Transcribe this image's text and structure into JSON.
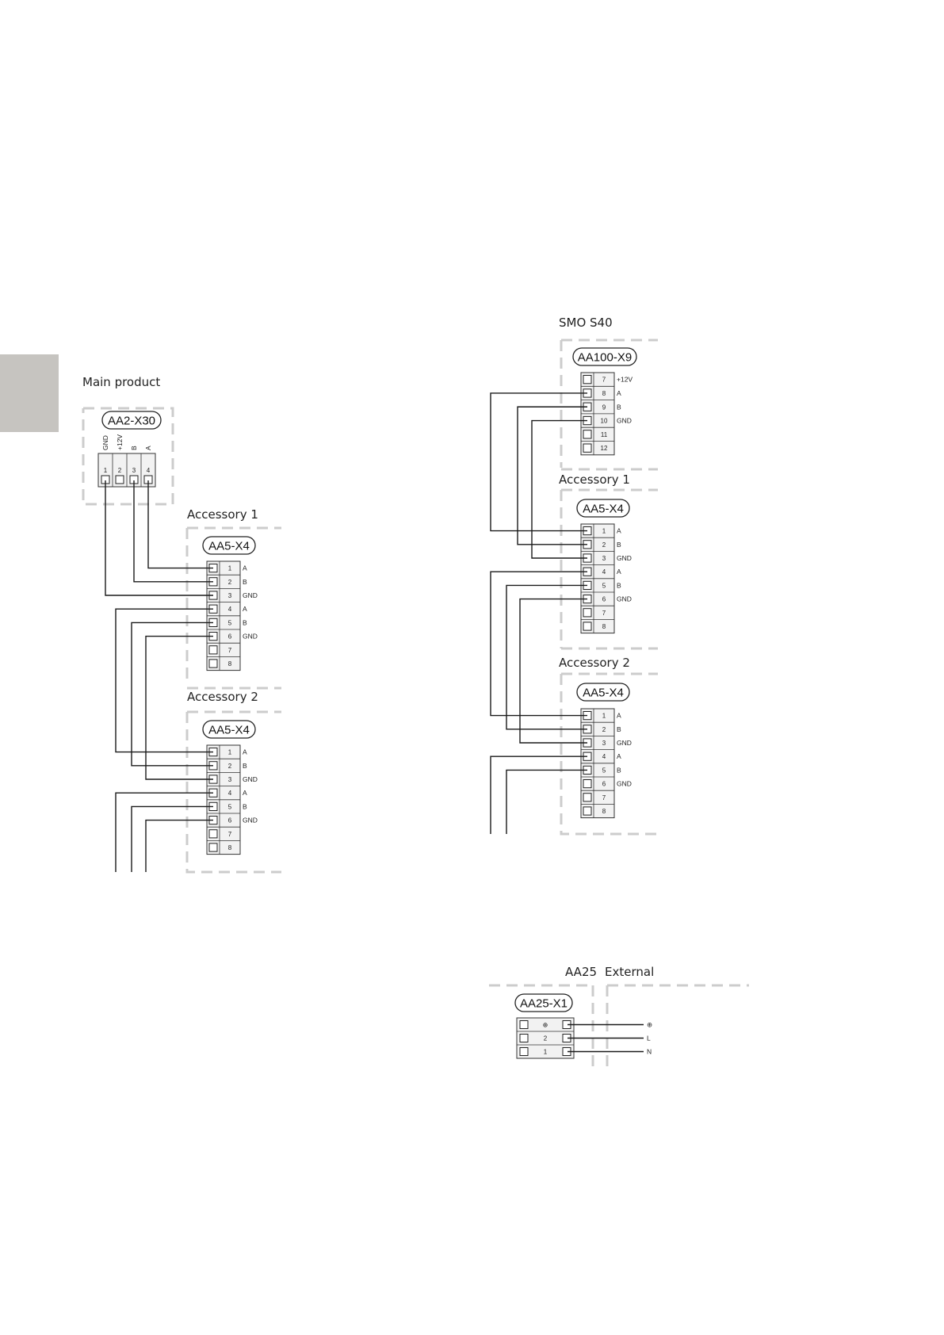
{
  "colors": {
    "dash": "#cccccc",
    "wire": "#1a1a1a",
    "terminal_fill": "#f2f2f2",
    "tab": "#c6c4c0"
  },
  "left": {
    "title": "Main product",
    "connector": "AA2-X30",
    "pin_labels": [
      "GND",
      "+12V",
      "B",
      "A"
    ],
    "pin_numbers": [
      "1",
      "2",
      "3",
      "4"
    ],
    "accessory1": {
      "title": "Accessory  1",
      "connector": "AA5-X4",
      "pins": [
        "1",
        "2",
        "3",
        "4",
        "5",
        "6",
        "7",
        "8"
      ],
      "signals": [
        "A",
        "B",
        "GND",
        "A",
        "B",
        "GND",
        "",
        ""
      ]
    },
    "accessory2": {
      "title": "Accessory  2",
      "connector": "AA5-X4",
      "pins": [
        "1",
        "2",
        "3",
        "4",
        "5",
        "6",
        "7",
        "8"
      ],
      "signals": [
        "A",
        "B",
        "GND",
        "A",
        "B",
        "GND",
        "",
        ""
      ]
    }
  },
  "right": {
    "title": "SMO S40",
    "connector": "AA100-X9",
    "pins": [
      "7",
      "8",
      "9",
      "10",
      "11",
      "12"
    ],
    "signals": [
      "+12V",
      "A",
      "B",
      "GND",
      "",
      ""
    ],
    "accessory1": {
      "title": "Accessory  1",
      "connector": "AA5-X4",
      "pins": [
        "1",
        "2",
        "3",
        "4",
        "5",
        "6",
        "7",
        "8"
      ],
      "signals": [
        "A",
        "B",
        "GND",
        "A",
        "B",
        "GND",
        "",
        ""
      ]
    },
    "accessory2": {
      "title": "Accessory  2",
      "connector": "AA5-X4",
      "pins": [
        "1",
        "2",
        "3",
        "4",
        "5",
        "6",
        "7",
        "8"
      ],
      "signals": [
        "A",
        "B",
        "GND",
        "A",
        "B",
        "GND",
        "",
        ""
      ]
    }
  },
  "external": {
    "title_left": "AA25",
    "title_right": "External",
    "connector": "AA25-X1",
    "pins": [
      "⊕",
      "2",
      "1"
    ],
    "outputs": [
      "⊕",
      "L",
      "N"
    ]
  }
}
